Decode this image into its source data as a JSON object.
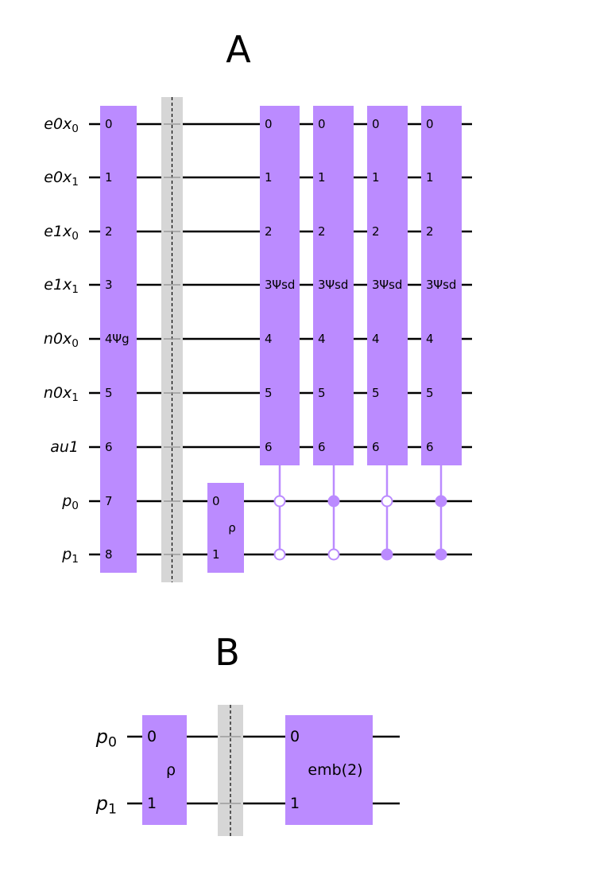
{
  "colors": {
    "gate": "#bb8bff",
    "wire": "#000000",
    "barrier": "#d6d6d6",
    "background": "#ffffff"
  },
  "panels": [
    {
      "title": "A",
      "qubits": [
        {
          "base": "e0x",
          "sub": "0"
        },
        {
          "base": "e0x",
          "sub": "1"
        },
        {
          "base": "e1x",
          "sub": "0"
        },
        {
          "base": "e1x",
          "sub": "1"
        },
        {
          "base": "n0x",
          "sub": "0"
        },
        {
          "base": "n0x",
          "sub": "1"
        },
        {
          "base": "au1",
          "sub": ""
        },
        {
          "base": "p",
          "sub": "0"
        },
        {
          "base": "p",
          "sub": "1"
        }
      ],
      "gates": [
        {
          "qubits": [
            0,
            1,
            2,
            3,
            4,
            5,
            6,
            7,
            8
          ],
          "label": "Ψg",
          "label_index": 4
        },
        {
          "qubits": [
            7,
            8
          ],
          "label": "ρ",
          "label_index": -1
        },
        {
          "qubits": [
            0,
            1,
            2,
            3,
            4,
            5,
            6
          ],
          "label": "Ψsd",
          "label_index": 3,
          "controls": [
            {
              "qubit": 7,
              "state": 0
            },
            {
              "qubit": 8,
              "state": 0
            }
          ]
        },
        {
          "qubits": [
            0,
            1,
            2,
            3,
            4,
            5,
            6
          ],
          "label": "Ψsd",
          "label_index": 3,
          "controls": [
            {
              "qubit": 7,
              "state": 1
            },
            {
              "qubit": 8,
              "state": 0
            }
          ]
        },
        {
          "qubits": [
            0,
            1,
            2,
            3,
            4,
            5,
            6
          ],
          "label": "Ψsd",
          "label_index": 3,
          "controls": [
            {
              "qubit": 7,
              "state": 0
            },
            {
              "qubit": 8,
              "state": 1
            }
          ]
        },
        {
          "qubits": [
            0,
            1,
            2,
            3,
            4,
            5,
            6
          ],
          "label": "Ψsd",
          "label_index": 3,
          "controls": [
            {
              "qubit": 7,
              "state": 1
            },
            {
              "qubit": 8,
              "state": 1
            }
          ]
        }
      ],
      "barrier": true
    },
    {
      "title": "B",
      "qubits": [
        {
          "base": "p",
          "sub": "0"
        },
        {
          "base": "p",
          "sub": "1"
        }
      ],
      "gates": [
        {
          "qubits": [
            0,
            1
          ],
          "label": "ρ",
          "label_index": -1
        },
        {
          "qubits": [
            0,
            1
          ],
          "label": "emb(2)",
          "label_index": -1
        }
      ],
      "barrier": true
    }
  ]
}
